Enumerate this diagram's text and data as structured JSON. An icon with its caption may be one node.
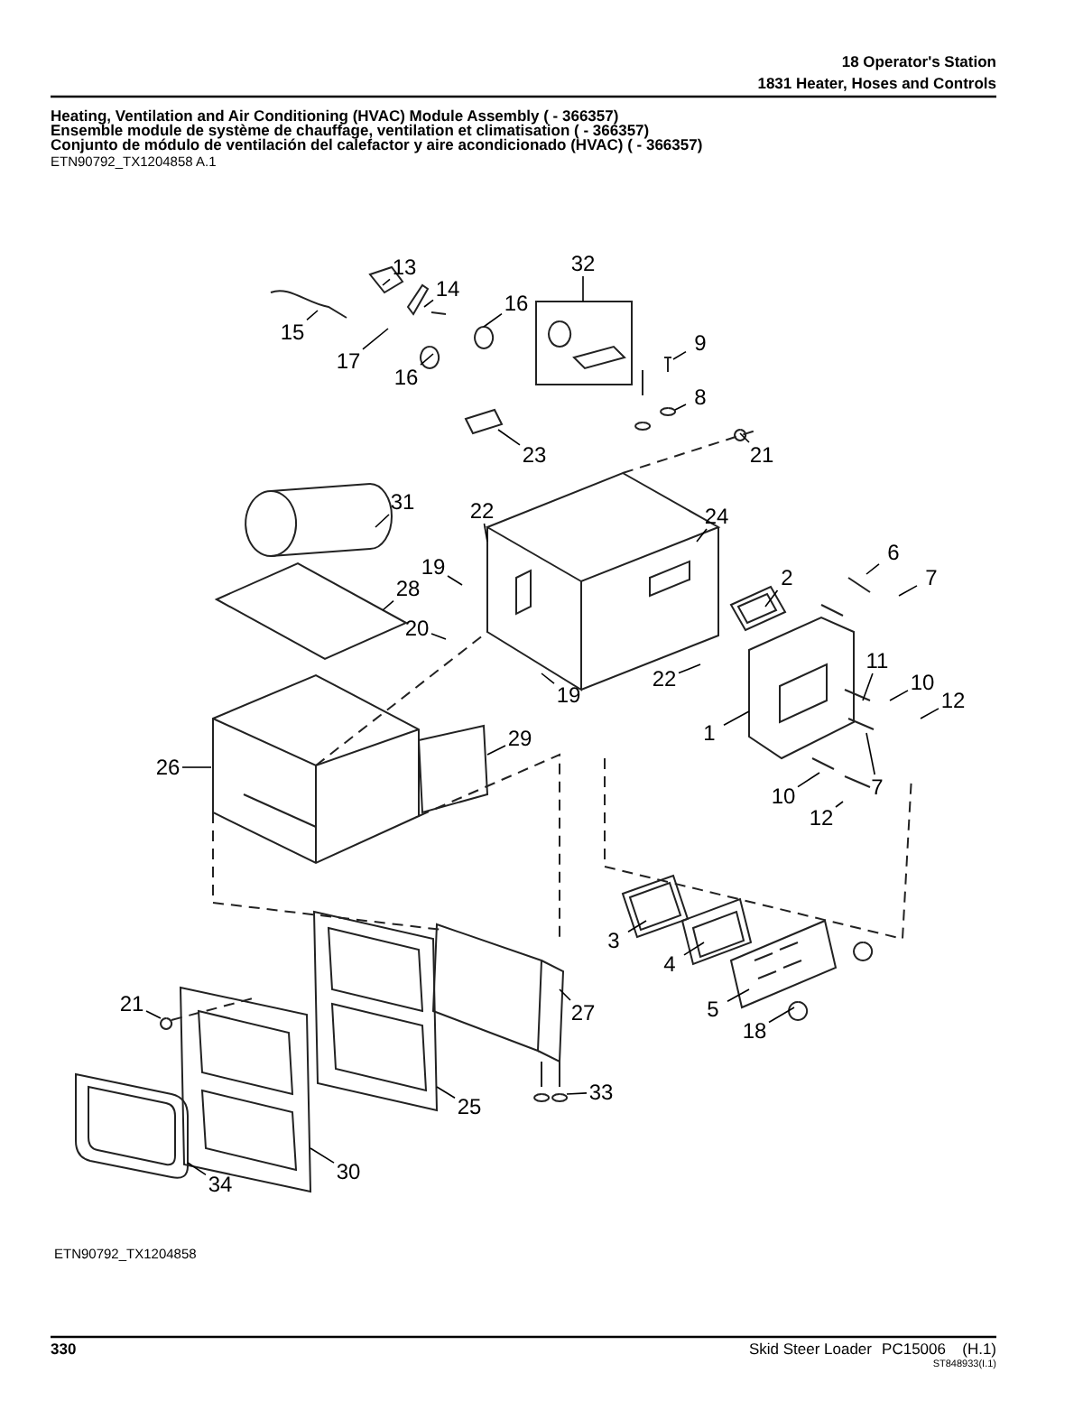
{
  "diagram": {
    "title": "Heating, Ventilation and Air Conditioning (HVAC) Module Assembly ( - 366357)",
    "nodes": [
      {
        "text": [
          "13"
        ]
      },
      {
        "text": [
          "14"
        ]
      },
      {
        "text": [
          "16"
        ]
      },
      {
        "text": [
          "15"
        ]
      },
      {
        "text": [
          "17"
        ]
      },
      {
        "text": [
          "16"
        ]
      },
      {
        "text": [
          "32"
        ]
      },
      {
        "text": [
          "9"
        ]
      },
      {
        "text": [
          "8"
        ]
      },
      {
        "text": [
          "21"
        ]
      },
      {
        "text": [
          "23"
        ]
      },
      {
        "text": [
          "31"
        ]
      },
      {
        "text": [
          "22"
        ]
      },
      {
        "text": [
          "24"
        ]
      },
      {
        "text": [
          "19"
        ]
      },
      {
        "text": [
          "28"
        ]
      },
      {
        "text": [
          "20"
        ]
      },
      {
        "text": [
          "2"
        ]
      },
      {
        "text": [
          "6"
        ]
      },
      {
        "text": [
          "7"
        ]
      },
      {
        "text": [
          "22"
        ]
      },
      {
        "text": [
          "19"
        ]
      },
      {
        "text": [
          "11"
        ]
      },
      {
        "text": [
          "10"
        ]
      },
      {
        "text": [
          "12"
        ]
      },
      {
        "text": [
          "1"
        ]
      },
      {
        "text": [
          "7"
        ]
      },
      {
        "text": [
          "10"
        ]
      },
      {
        "text": [
          "12"
        ]
      },
      {
        "text": [
          "26"
        ]
      },
      {
        "text": [
          "29"
        ]
      },
      {
        "text": [
          "3"
        ]
      },
      {
        "text": [
          "4"
        ]
      },
      {
        "text": [
          "27"
        ]
      },
      {
        "text": [
          "5"
        ]
      },
      {
        "text": [
          "18"
        ]
      },
      {
        "text": [
          "21"
        ]
      },
      {
        "text": [
          "33"
        ]
      },
      {
        "text": [
          "25"
        ]
      },
      {
        "text": [
          "30"
        ]
      },
      {
        "text": [
          "34"
        ]
      }
    ],
    "edges": [
      {
        "from": 0,
        "to": null,
        "arrow": "none"
      },
      {
        "from": 1,
        "to": null,
        "arrow": "none"
      },
      {
        "from": 2,
        "to": null,
        "arrow": "none"
      },
      {
        "from": 3,
        "to": null,
        "arrow": "none"
      },
      {
        "from": 4,
        "to": null,
        "arrow": "none"
      },
      {
        "from": 5,
        "to": null,
        "arrow": "none"
      },
      {
        "from": 6,
        "to": null,
        "arrow": "none"
      },
      {
        "from": 7,
        "to": null,
        "arrow": "none"
      },
      {
        "from": 8,
        "to": null,
        "arrow": "none"
      },
      {
        "from": 9,
        "to": null,
        "arrow": "none"
      },
      {
        "from": 10,
        "to": null,
        "arrow": "none"
      },
      {
        "from": 11,
        "to": null,
        "arrow": "none"
      },
      {
        "from": 12,
        "to": null,
        "arrow": "none"
      },
      {
        "from": 13,
        "to": null,
        "arrow": "none"
      },
      {
        "from": 14,
        "to": null,
        "arrow": "none"
      },
      {
        "from": 15,
        "to": null,
        "arrow": "none"
      },
      {
        "from": 16,
        "to": null,
        "arrow": "none"
      },
      {
        "from": 17,
        "to": null,
        "arrow": "none"
      },
      {
        "from": 18,
        "to": null,
        "arrow": "none"
      },
      {
        "from": 19,
        "to": null,
        "arrow": "none"
      },
      {
        "from": 20,
        "to": null,
        "arrow": "none"
      },
      {
        "from": 21,
        "to": null,
        "arrow": "none"
      },
      {
        "from": 22,
        "to": null,
        "arrow": "none"
      },
      {
        "from": 23,
        "to": null,
        "arrow": "none"
      },
      {
        "from": 24,
        "to": null,
        "arrow": "none"
      },
      {
        "from": 25,
        "to": null,
        "arrow": "none"
      },
      {
        "from": 26,
        "to": null,
        "arrow": "none"
      },
      {
        "from": 27,
        "to": null,
        "arrow": "none"
      },
      {
        "from": 28,
        "to": null,
        "arrow": "none"
      },
      {
        "from": 29,
        "to": null,
        "arrow": "none"
      },
      {
        "from": 30,
        "to": null,
        "arrow": "none"
      },
      {
        "from": 31,
        "to": null,
        "arrow": "none"
      },
      {
        "from": 32,
        "to": null,
        "arrow": "none"
      },
      {
        "from": 33,
        "to": null,
        "arrow": "none"
      },
      {
        "from": 34,
        "to": null,
        "arrow": "none"
      },
      {
        "from": 35,
        "to": null,
        "arrow": "none"
      },
      {
        "from": 36,
        "to": null,
        "arrow": "none"
      },
      {
        "from": 37,
        "to": null,
        "arrow": "none"
      },
      {
        "from": 38,
        "to": null,
        "arrow": "none"
      },
      {
        "from": 39,
        "to": null,
        "arrow": "none"
      },
      {
        "from": 40,
        "to": null,
        "arrow": "none"
      }
    ],
    "labels": [
      "18 Operator's Station",
      "1831 Heater, Hoses and Controls",
      "Ensemble module de système de chauffage, ventilation et climatisation ( - 366357)",
      "Conjunto de módulo de ventilación del calefactor y aire acondicionado (HVAC) ( - 366357)",
      "ETN90792_TX1204858 A.1",
      "ETN90792_TX1204858",
      "330",
      "Skid Steer Loader",
      "PC15006",
      "(H.1)",
      "ST848933(I.1)"
    ]
  }
}
